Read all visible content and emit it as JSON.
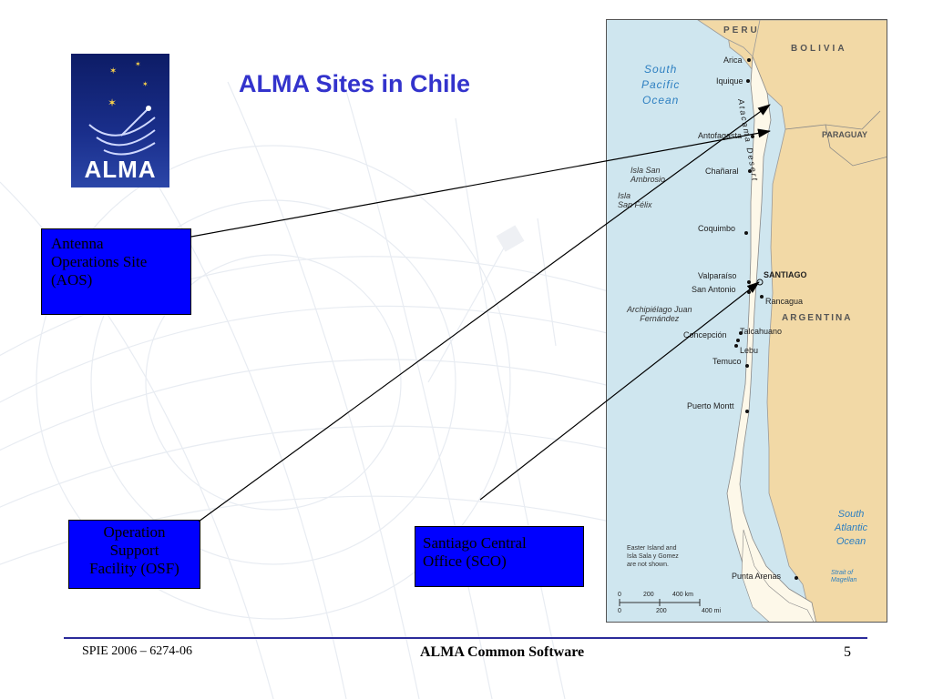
{
  "slide": {
    "title": "ALMA Sites in Chile",
    "logo_text": "ALMA",
    "boxes": {
      "aos": [
        "Antenna",
        "Operations Site",
        "(AOS)"
      ],
      "osf": [
        "Operation",
        "Support",
        "Facility (OSF)"
      ],
      "sco": [
        "Santiago Central",
        "Office (SCO)"
      ]
    }
  },
  "map": {
    "countries": {
      "peru": "PERU",
      "bolivia": "BOLIVIA",
      "paraguay": "PARAGUAY",
      "argentina": "ARGENTINA"
    },
    "oceans": {
      "south_pacific": [
        "South",
        "Pacific",
        "Ocean"
      ],
      "south_atlantic": [
        "South",
        "Atlantic",
        "Ocean"
      ]
    },
    "desert": "Atacama Desert",
    "cities": {
      "arica": "Arica",
      "iquique": "Iquique",
      "antofagasta": "Antofagasta",
      "chanaral": "Chañaral",
      "coquimbo": "Coquimbo",
      "valparaiso": "Valparaíso",
      "santiago": "SANTIAGO",
      "san_antonio": "San Antonio",
      "rancagua": "Rancagua",
      "talcahuano": "Talcahuano",
      "concepcion": "Concepción",
      "lebu": "Lebu",
      "temuco": "Temuco",
      "puerto_montt": "Puerto Montt",
      "punta_arenas": "Punta Arenas"
    },
    "islands": {
      "san_ambrosio": [
        "Isla San",
        "Ambrosio"
      ],
      "san_felix": [
        "Isla",
        "San Félix"
      ],
      "juan_fernandez": [
        "Archipiélago Juan",
        "Fernández"
      ]
    },
    "strait": [
      "Strait of",
      "Magellan"
    ],
    "note": [
      "Easter Island and",
      "Isla Sala y Gomez",
      "are not shown."
    ],
    "scale": {
      "km": [
        "0",
        "200",
        "400 km"
      ],
      "mi": [
        "0",
        "200",
        "400 mi"
      ]
    },
    "colors": {
      "sea": "#cfe6ef",
      "land_neighbor": "#f2d9a6",
      "chile": "#fdf8e9"
    }
  },
  "footer": {
    "left": "SPIE 2006 – 6274-06",
    "center": "ALMA Common Software",
    "page": "5"
  },
  "colors": {
    "title": "#3333cc",
    "box_fill": "#0000ff",
    "footer_rule": "#2b2b9a"
  }
}
